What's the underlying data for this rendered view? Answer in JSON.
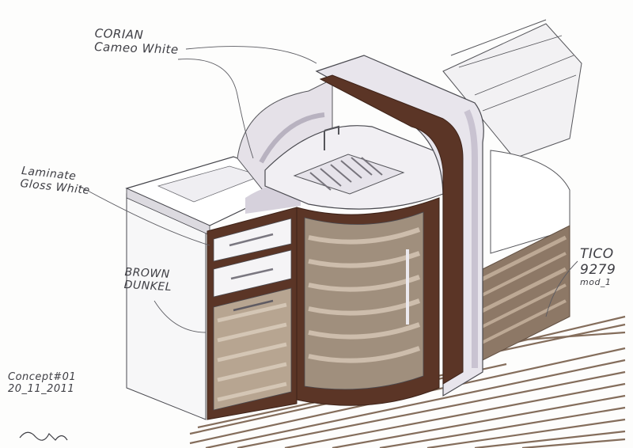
{
  "annotations": {
    "corian": [
      "CORIAN",
      "Cameo White"
    ],
    "laminate": [
      "Laminate",
      "Gloss White"
    ],
    "brown": [
      "BROWN",
      "DUNKEL"
    ],
    "tico": [
      "TICO",
      "9279",
      "mod_1"
    ],
    "concept": [
      "Concept#01",
      "20_11_2011"
    ]
  },
  "colors": {
    "paper": "#fdfdfc",
    "ink": "#3e3e44",
    "dark_brown": "#5b3526",
    "warm_grey": "#a08f7d",
    "light_wood": "#c4b4a2",
    "corian_white": "#e9e6ea",
    "lavender_shadow": "#cbc6d1",
    "floor": "#7a6049"
  }
}
